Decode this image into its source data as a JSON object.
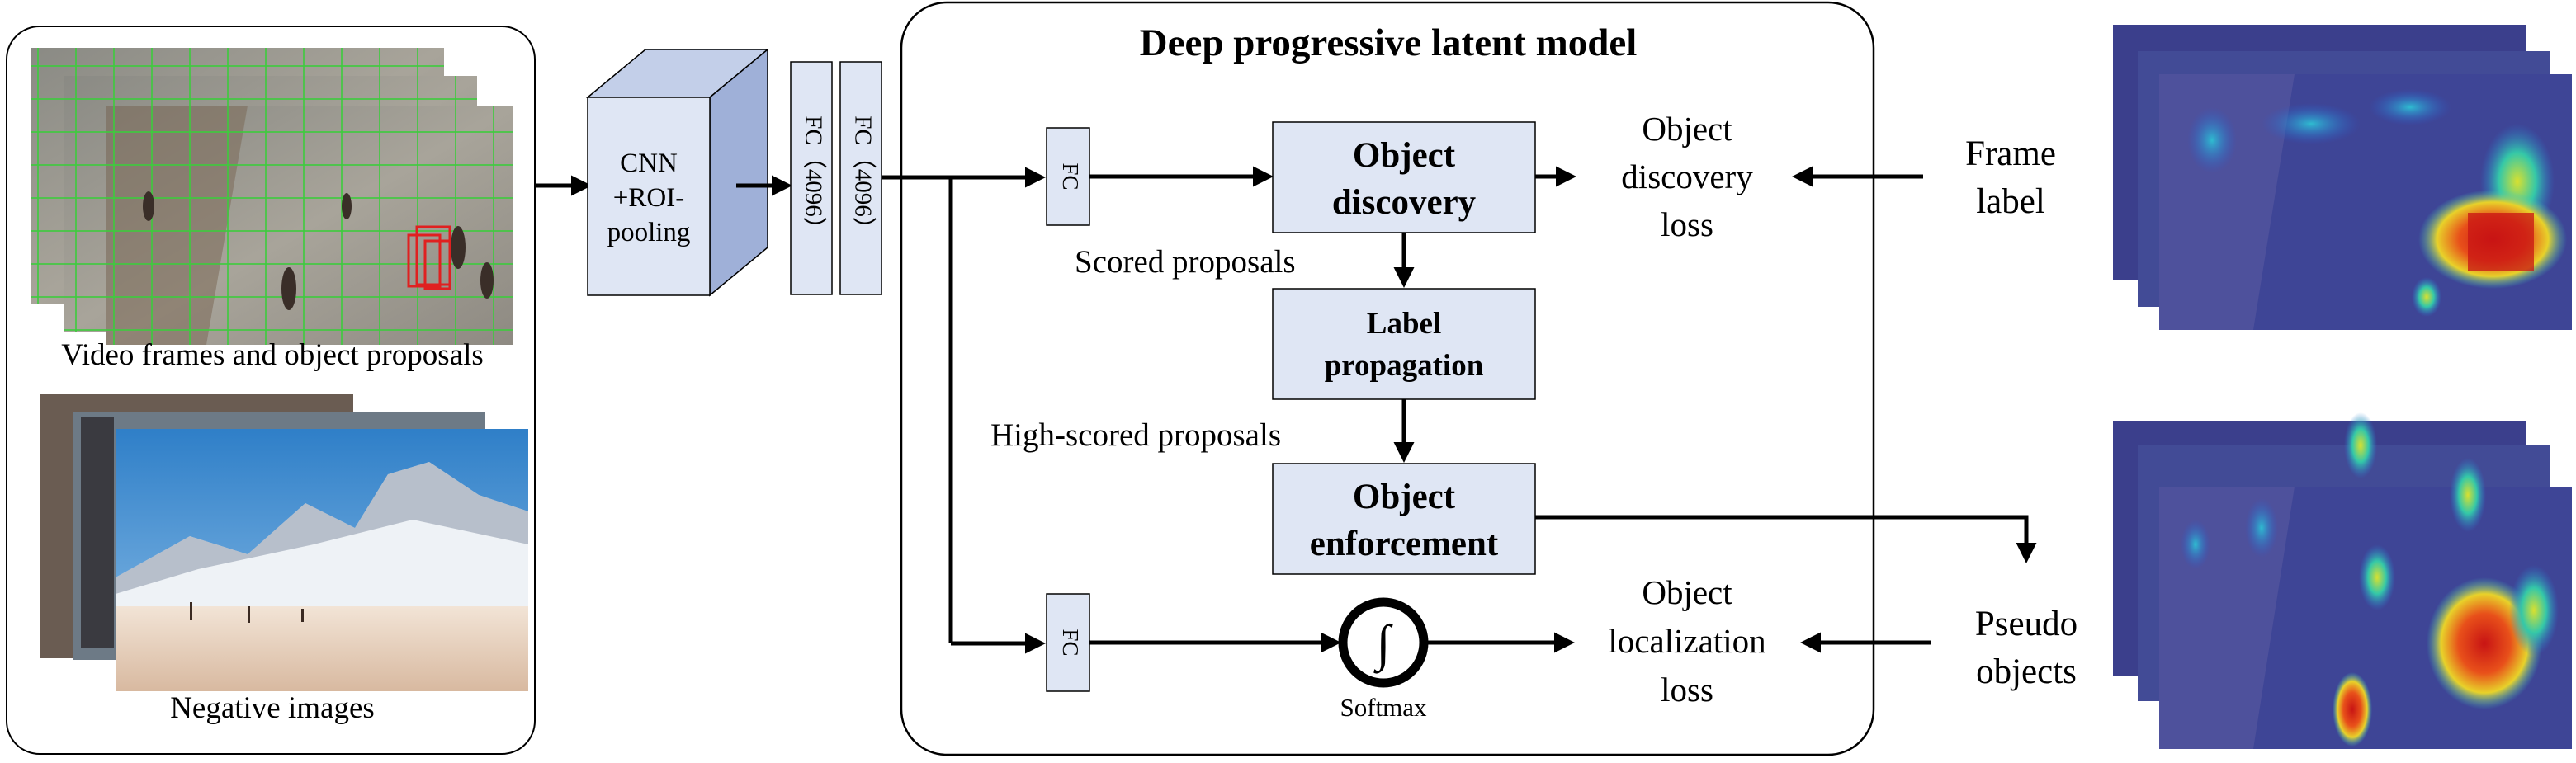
{
  "title": "Deep  progressive latent model",
  "input": {
    "video_caption": "Video frames and object proposals",
    "negative_caption": "Negative images"
  },
  "backbone": {
    "cnn_line1": "CNN",
    "cnn_line2": "+ROI-",
    "cnn_line3": "pooling",
    "fc1": "FC（4096）",
    "fc2": "FC（4096）"
  },
  "model": {
    "fc_top": "FC",
    "fc_bottom": "FC",
    "object_discovery_line1": "Object",
    "object_discovery_line2": "discovery",
    "scored_proposals": "Scored proposals",
    "label_propagation_line1": "Label",
    "label_propagation_line2": "propagation",
    "high_scored_proposals": "High-scored proposals",
    "object_enforcement_line1": "Object",
    "object_enforcement_line2": "enforcement",
    "softmax": "Softmax",
    "integral_symbol": "∫"
  },
  "losses": {
    "discovery_line1": "Object",
    "discovery_line2": "discovery",
    "discovery_line3": "loss",
    "localization_line1": "Object",
    "localization_line2": "localization",
    "localization_line3": "loss"
  },
  "supervision": {
    "frame_label_line1": "Frame",
    "frame_label_line2": "label",
    "pseudo_line1": "Pseudo",
    "pseudo_line2": "objects"
  },
  "colors": {
    "box_fill": "#dfe6f4",
    "cube_front": "#dfe6f4",
    "cube_side": "#9fb0d8",
    "cube_top": "#c3cfe9",
    "heatmap_bg": "#3b3f8c",
    "proposal_green": "#3ccc3c",
    "proposal_red": "#e02020"
  }
}
